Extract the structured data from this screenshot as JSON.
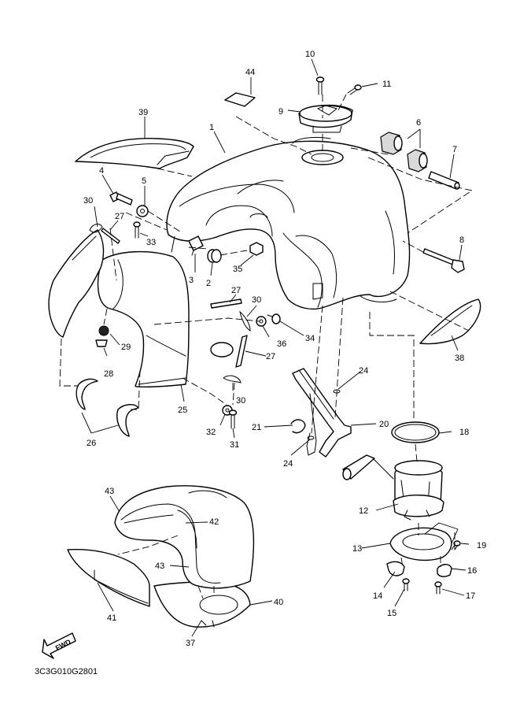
{
  "diagram": {
    "drawing_code": "3C3G010G2801",
    "direction_label": "FWD",
    "callouts": {
      "p1": "1",
      "p2": "2",
      "p3": "3",
      "p4": "4",
      "p5": "5",
      "p6": "6",
      "p7": "7",
      "p8": "8",
      "p9": "9",
      "p10": "10",
      "p11": "11",
      "p12": "12",
      "p13": "13",
      "p14": "14",
      "p15": "15",
      "p16": "16",
      "p17": "17",
      "p18": "18",
      "p19": "19",
      "p20": "20",
      "p21": "21",
      "p24": "24",
      "p25": "25",
      "p26": "26",
      "p27": "27",
      "p28": "28",
      "p29": "29",
      "p30": "30",
      "p31": "31",
      "p32": "32",
      "p33": "33",
      "p34": "34",
      "p35": "35",
      "p36": "36",
      "p37": "37",
      "p38": "38",
      "p39": "39",
      "p40": "40",
      "p41": "41",
      "p42": "42",
      "p43": "43",
      "p44": "44"
    }
  }
}
